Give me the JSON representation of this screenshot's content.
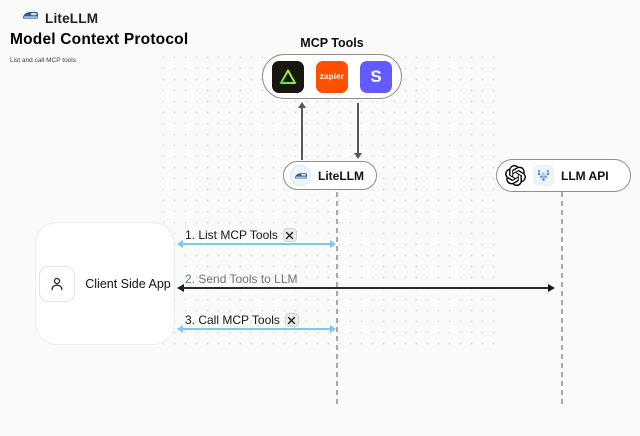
{
  "header": {
    "brand": "LiteLLM",
    "title": "Model Context Protocol",
    "subtitle": "List and call MCP tools"
  },
  "mcp_tools": {
    "label": "MCP Tools",
    "icons": [
      {
        "name": "triangle-tool-icon"
      },
      {
        "name": "zapier-icon",
        "label": "zapier"
      },
      {
        "name": "stripe-icon",
        "label": "S"
      }
    ]
  },
  "nodes": {
    "litellm": {
      "label": "LiteLLM"
    },
    "llm_api": {
      "label": "LLM API"
    },
    "client": {
      "label": "Client Side App"
    }
  },
  "flows": [
    {
      "label": "1. List MCP Tools",
      "tools_icon": true,
      "arrow": "blue-double"
    },
    {
      "label": "2. Send Tools to LLM",
      "tools_icon": false,
      "arrow": "black-double"
    },
    {
      "label": "3. Call MCP Tools",
      "tools_icon": true,
      "arrow": "blue-double"
    }
  ],
  "colors": {
    "background": "#fafaf9",
    "arrow_blue": "#7cc9e8",
    "arrow_black": "#1a1a1a",
    "arrow_gray": "#585858",
    "dashed_line": "#a8a8a8",
    "zapier_orange": "#ff4f00",
    "stripe_purple": "#635bff",
    "tool_tile_black": "#17170f",
    "triangle_green": "#59e13a"
  }
}
